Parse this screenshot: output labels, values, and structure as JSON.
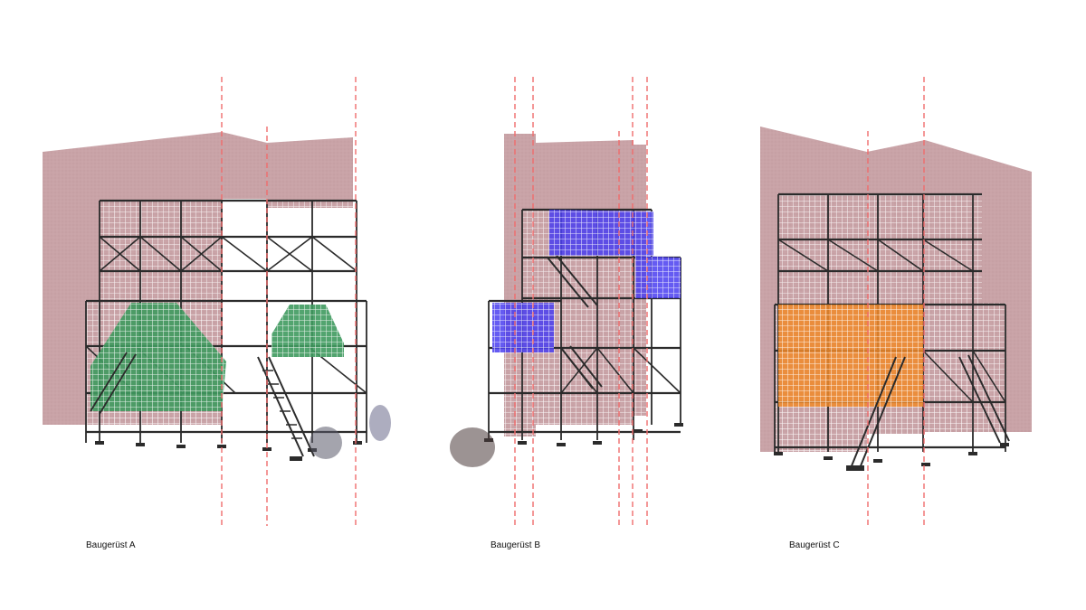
{
  "captions": {
    "a": "Baugerüst A",
    "b": "Baugerüst B",
    "c": "Baugerüst C"
  },
  "colors": {
    "background": "#ffffff",
    "wall": "#c9a3a7",
    "wall_dark": "#b58e93",
    "scaffold": "#2b2b2b",
    "mesh": "#f4f4f4",
    "axis": "#f06c6c",
    "module_a": "#3f9a5f",
    "module_b": "#4a3ef0",
    "module_c": "#f08a2a"
  },
  "drawings": [
    {
      "id": "a",
      "module_color": "module_a"
    },
    {
      "id": "b",
      "module_color": "module_b"
    },
    {
      "id": "c",
      "module_color": "module_c"
    }
  ]
}
